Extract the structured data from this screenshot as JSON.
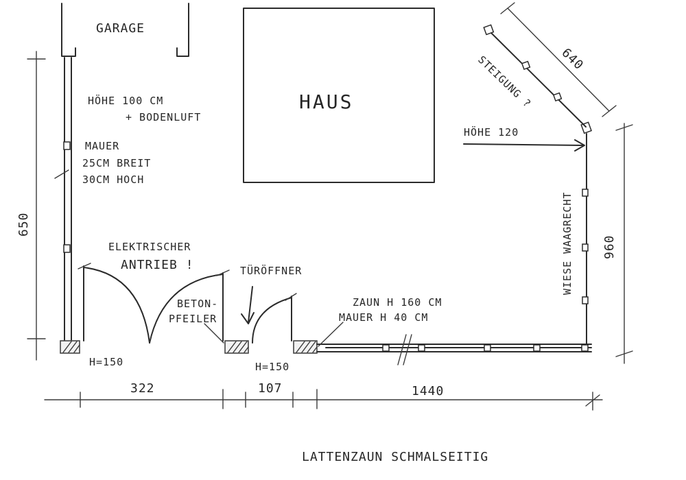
{
  "labels": {
    "garage": "GARAGE",
    "haus": "HAUS",
    "hoehe_100": "HÖHE 100 CM",
    "bodenluft": "+ BODENLUFT",
    "mauer": "MAUER",
    "mauer_breit": "25CM BREIT",
    "mauer_hoch": "30CM HOCH",
    "elektrischer": "ELEKTRISCHER",
    "antrieb": "ANTRIEB !",
    "tueroeffner": "TÜRÖFFNER",
    "beton": "BETON-",
    "pfeiler": "PFEILER",
    "h150_left": "H=150",
    "h150_mid": "H=150",
    "zaun": "ZAUN H 160 CM",
    "mauer_h40": "MAUER H 40 CM",
    "hoehe_120": "HÖHE 120",
    "steigung": "STEIGUNG ?",
    "wiese": "WIESE WAAGRECHT",
    "latten": "LATTENZAUN SCHMALSEITIG"
  },
  "dimensions": {
    "left_height": "650",
    "right_height": "960",
    "diagonal": "640",
    "seg1": "322",
    "seg2": "107",
    "seg3": "1440"
  }
}
